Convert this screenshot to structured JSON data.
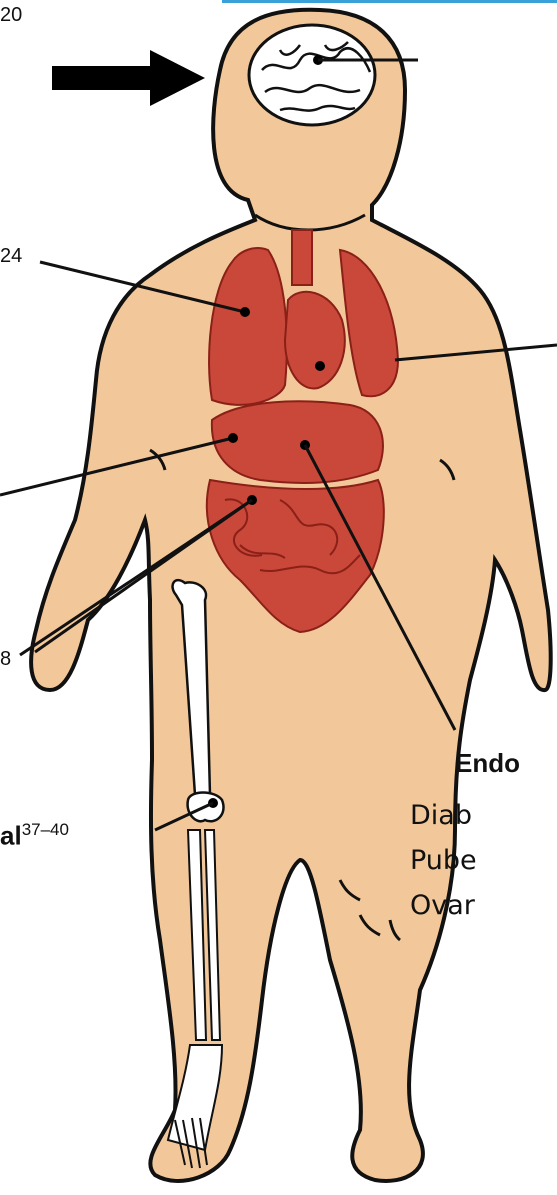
{
  "labels": {
    "top_left_ref": "20",
    "mid_left_ref": "24",
    "lower_left_ref": "8",
    "skeletal_word_fragment": "al",
    "skeletal_ref": "37–40",
    "endocrine_heading": "Endo",
    "endocrine_items": [
      "Diab",
      "Pube",
      "Ovar"
    ]
  },
  "colors": {
    "skin": "#f2c89a",
    "organ": "#c9483a",
    "organ_dark": "#8a2018",
    "outline": "#111111",
    "accent_line": "#3aa0d8",
    "arrow": "#000000"
  },
  "icons": [
    "right-arrow-icon",
    "brain-icon"
  ]
}
